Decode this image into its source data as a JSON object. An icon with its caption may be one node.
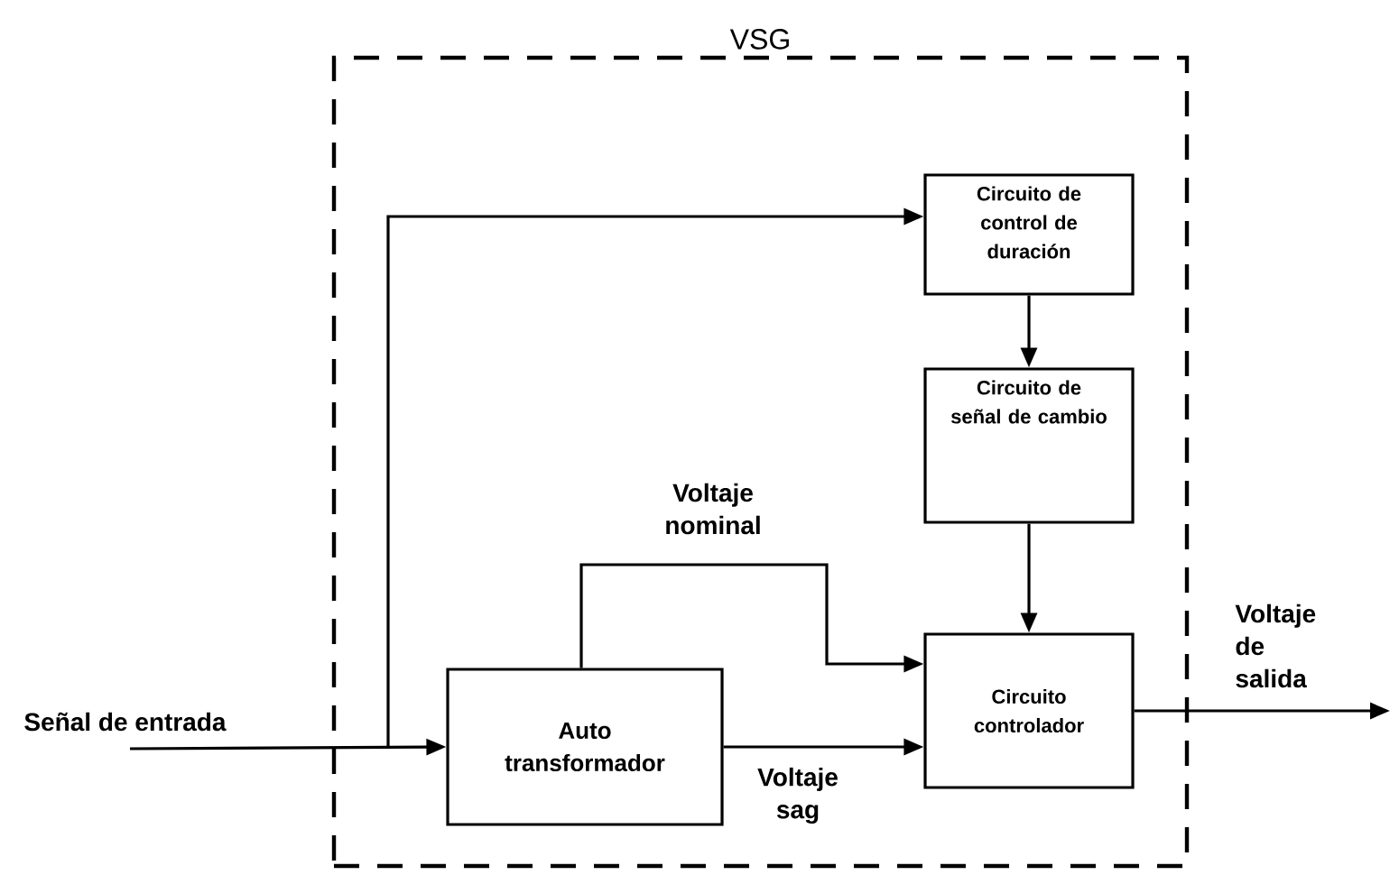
{
  "diagram": {
    "nodes": [
      {
        "text": [
          "VSG"
        ]
      },
      {
        "text": [
          "Circuito de control de duración"
        ],
        "in": 0
      },
      {
        "text": [
          "Circuito de señal de cambio"
        ],
        "in": 0
      },
      {
        "text": [
          "Circuito controlador"
        ],
        "in": 0
      },
      {
        "text": [
          "Auto transformador"
        ],
        "in": 0
      }
    ],
    "edges": [
      {
        "from": null,
        "to": 4,
        "arrow": "to",
        "label": "Señal de entrada"
      },
      {
        "from": null,
        "to": 1,
        "arrow": "to"
      },
      {
        "from": 1,
        "to": 2,
        "arrow": "to"
      },
      {
        "from": 2,
        "to": 3,
        "arrow": "to"
      },
      {
        "from": 4,
        "to": 3,
        "arrow": "to",
        "label": "Voltaje nominal"
      },
      {
        "from": 4,
        "to": 3,
        "arrow": "to",
        "label": "Voltaje sag"
      },
      {
        "from": 3,
        "to": null,
        "arrow": "to",
        "label": "Voltaje de salida"
      }
    ]
  }
}
